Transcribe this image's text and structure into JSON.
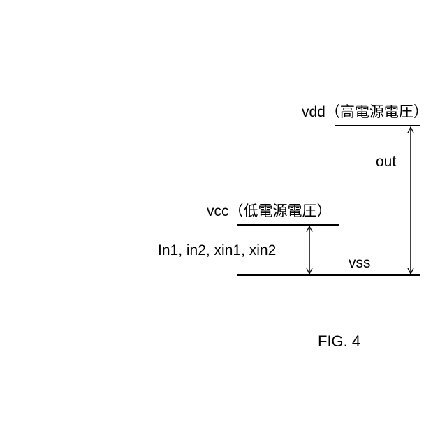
{
  "diagram": {
    "levels": {
      "vdd_label": "vdd（高電源電圧）",
      "vcc_label": "vcc（低電源電圧）",
      "vss_label": "vss"
    },
    "ranges": {
      "out_label": "out",
      "input_label": "In1, in2, xin1, xin2"
    },
    "caption": "FIG. 4",
    "colors": {
      "line": "#000000",
      "background": "#ffffff"
    }
  }
}
